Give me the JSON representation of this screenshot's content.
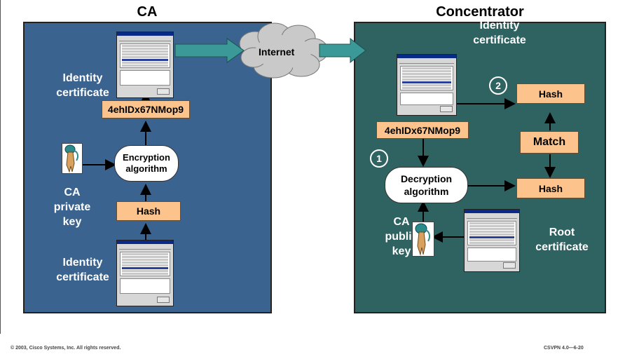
{
  "ca_panel": {
    "title": "CA",
    "identity_certificate_top": [
      "Identity",
      "certificate"
    ],
    "hash_value": "4ehIDx67NMop9",
    "encryption": [
      "Encryption",
      "algorithm"
    ],
    "private_key_label": [
      "CA",
      "private",
      "key"
    ],
    "hash_label": "Hash",
    "identity_certificate_bottom": [
      "Identity",
      "certificate"
    ]
  },
  "internet_label": "Internet",
  "concentrator_panel": {
    "title": "Concentrator",
    "identity_certificate": [
      "Identity",
      "certificate"
    ],
    "hash_value": "4ehIDx67NMop9",
    "step_1": "1",
    "step_2": "2",
    "hash_top": "Hash",
    "match": "Match",
    "hash_bottom": "Hash",
    "decryption": [
      "Decryption",
      "algorithm"
    ],
    "public_key_label": [
      "CA",
      "public",
      "key"
    ],
    "root_certificate": [
      "Root",
      "certificate"
    ]
  },
  "footer": {
    "copyright": "© 2003, Cisco Systems, Inc. All rights reserved.",
    "course": "CSVPN 4.0—6-20"
  },
  "colors": {
    "ca_panel": "#3a6390",
    "concentrator_panel": "#2e6362",
    "box_fill": "#fcc48c",
    "arrow_teal": "#3b9a98"
  }
}
